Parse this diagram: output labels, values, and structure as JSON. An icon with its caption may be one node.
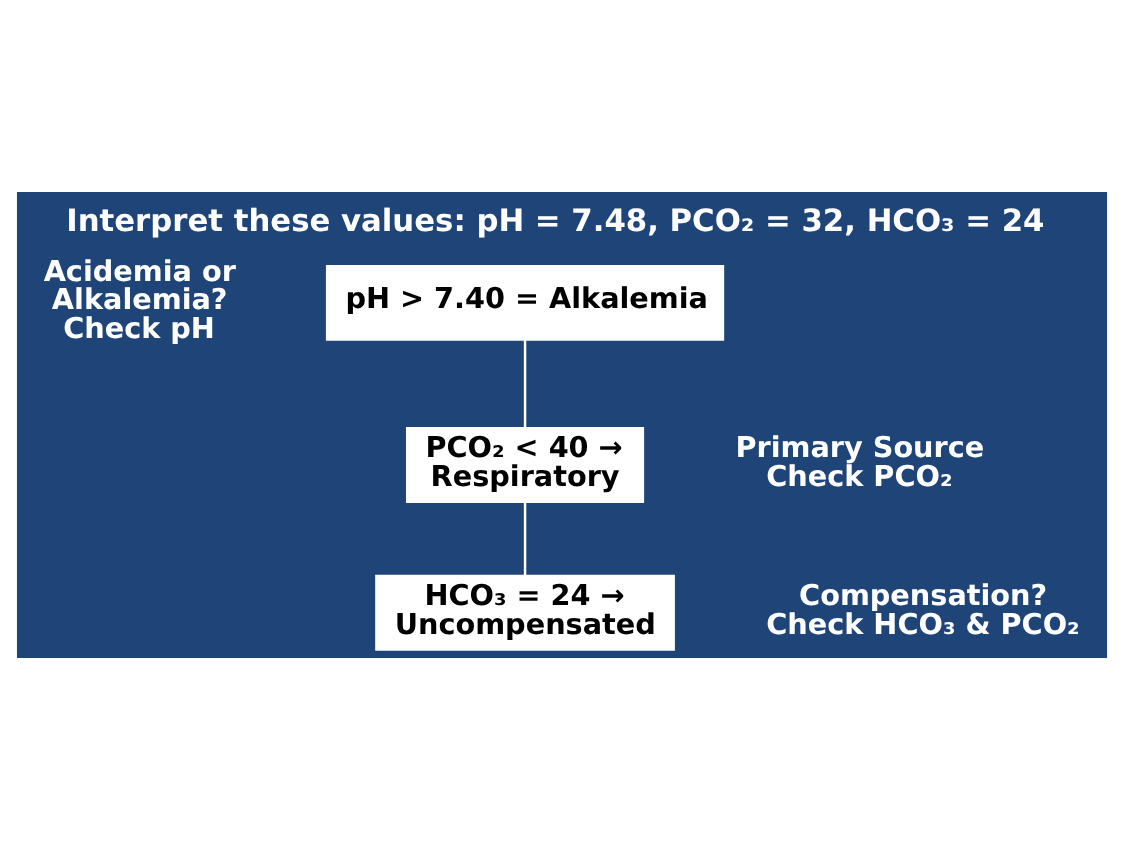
{
  "diagram": {
    "title": "Interpret these values: pH = 7.48, PCO₂ = 32, HCO₃ = 24",
    "nodes": [
      {
        "text": [
          "pH > 7.40 = Alkalemia"
        ]
      },
      {
        "text": [
          "PCO₂ < 40 → Respiratory"
        ]
      },
      {
        "text": [
          "HCO₃ = 24 → Uncompensated"
        ]
      }
    ],
    "edges": [
      {
        "from": 0,
        "to": 1,
        "arrow": "none"
      },
      {
        "from": 1,
        "to": 2,
        "arrow": "none"
      }
    ],
    "labels": [
      "Acidemia or Alkalemia? Check pH",
      "Primary Source Check PCO₂",
      "Compensation? Check HCO₃ & PCO₂"
    ]
  }
}
